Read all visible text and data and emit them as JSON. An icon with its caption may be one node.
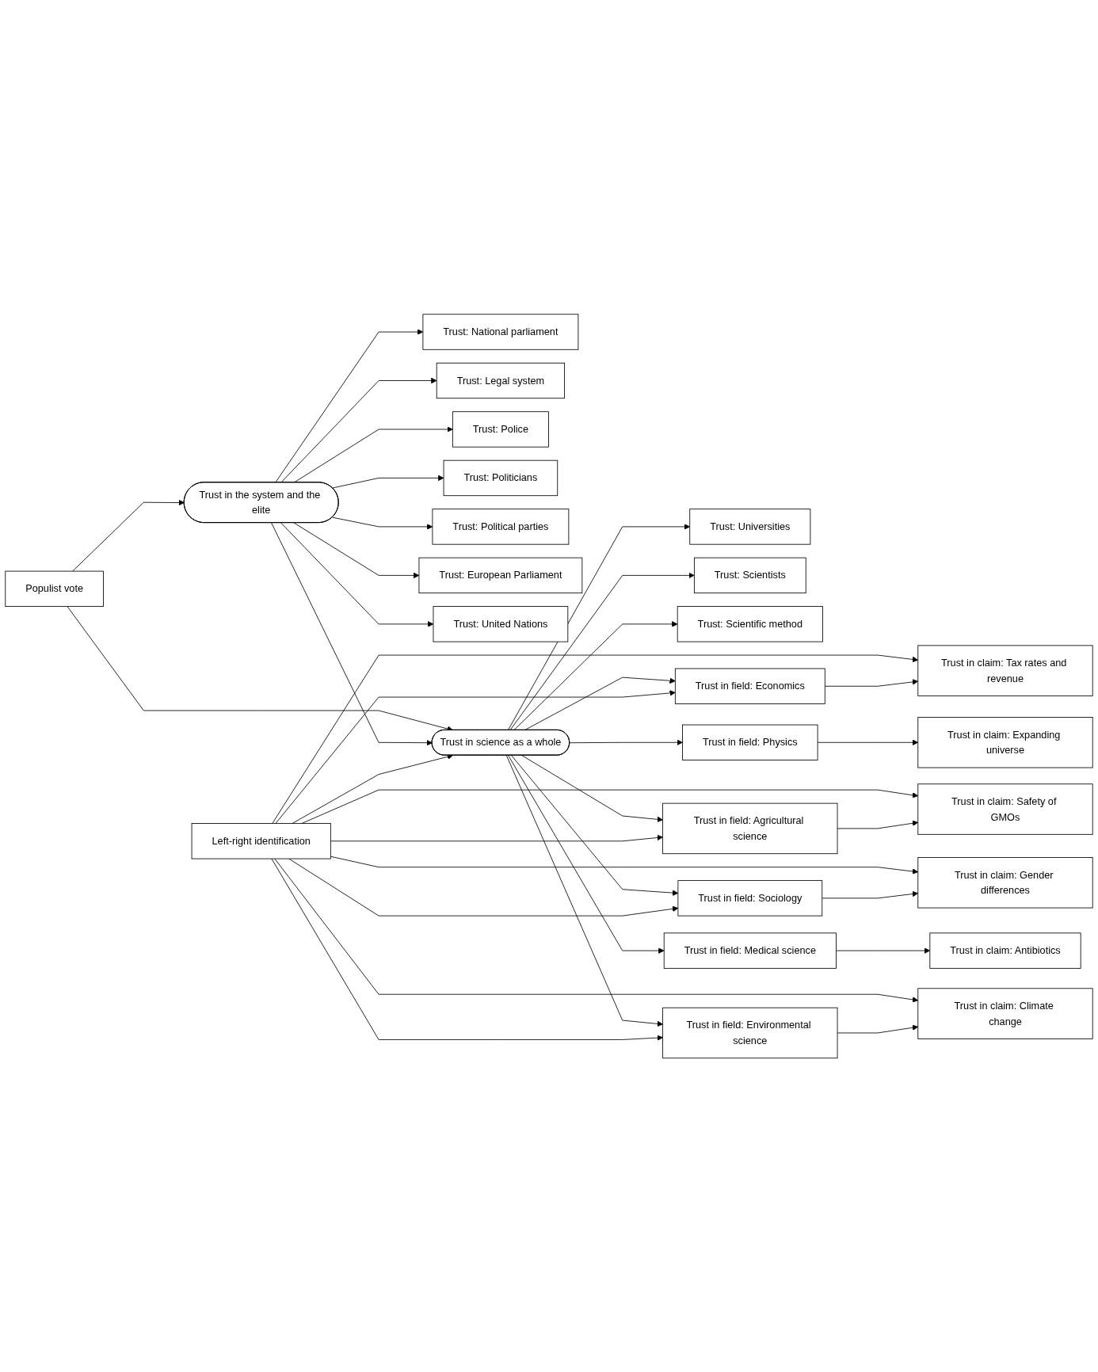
{
  "diagram": {
    "nodes": [
      {
        "text": [
          "Populist vote"
        ]
      },
      {
        "text": [
          "Trust in the system and the elite"
        ]
      },
      {
        "text": [
          "Trust: National parliament"
        ]
      },
      {
        "text": [
          "Trust: Legal system"
        ]
      },
      {
        "text": [
          "Trust: Police"
        ]
      },
      {
        "text": [
          "Trust: Politicians"
        ]
      },
      {
        "text": [
          "Trust: Political parties"
        ]
      },
      {
        "text": [
          "Trust: European Parliament"
        ]
      },
      {
        "text": [
          "Trust: United Nations"
        ]
      },
      {
        "text": [
          "Trust in science as a whole"
        ]
      },
      {
        "text": [
          "Trust: Universities"
        ]
      },
      {
        "text": [
          "Trust: Scientists"
        ]
      },
      {
        "text": [
          "Trust: Scientific method"
        ]
      },
      {
        "text": [
          "Trust in field: Environmental science"
        ]
      },
      {
        "text": [
          "Trust in field: Sociology"
        ]
      },
      {
        "text": [
          "Trust in field: Agricultural science"
        ]
      },
      {
        "text": [
          "Trust in field: Economics"
        ]
      },
      {
        "text": [
          "Trust in field: Medical science"
        ]
      },
      {
        "text": [
          "Trust in field: Physics"
        ]
      },
      {
        "text": [
          "Left-right identification"
        ]
      },
      {
        "text": [
          "Trust in claim: Climate change"
        ]
      },
      {
        "text": [
          "Trust in claim: Gender differences"
        ]
      },
      {
        "text": [
          "Trust in claim: Safety of GMOs"
        ]
      },
      {
        "text": [
          "Trust in claim: Tax rates and revenue"
        ]
      },
      {
        "text": [
          "Trust in claim: Antibiotics"
        ]
      },
      {
        "text": [
          "Trust in claim: Expanding universe"
        ]
      }
    ],
    "edges": [
      {
        "from": 0,
        "to": 1,
        "arrow": "to"
      },
      {
        "from": 0,
        "to": 9,
        "arrow": "to"
      },
      {
        "from": 1,
        "to": 2,
        "arrow": "to"
      },
      {
        "from": 1,
        "to": 3,
        "arrow": "to"
      },
      {
        "from": 1,
        "to": 4,
        "arrow": "to"
      },
      {
        "from": 1,
        "to": 5,
        "arrow": "to"
      },
      {
        "from": 1,
        "to": 6,
        "arrow": "to"
      },
      {
        "from": 1,
        "to": 7,
        "arrow": "to"
      },
      {
        "from": 1,
        "to": 8,
        "arrow": "to"
      },
      {
        "from": 1,
        "to": 9,
        "arrow": "to"
      },
      {
        "from": 9,
        "to": 10,
        "arrow": "to"
      },
      {
        "from": 9,
        "to": 11,
        "arrow": "to"
      },
      {
        "from": 9,
        "to": 12,
        "arrow": "to"
      },
      {
        "from": 9,
        "to": 13,
        "arrow": "to"
      },
      {
        "from": 9,
        "to": 14,
        "arrow": "to"
      },
      {
        "from": 9,
        "to": 15,
        "arrow": "to"
      },
      {
        "from": 9,
        "to": 16,
        "arrow": "to"
      },
      {
        "from": 9,
        "to": 17,
        "arrow": "to"
      },
      {
        "from": 9,
        "to": 18,
        "arrow": "to"
      },
      {
        "from": 19,
        "to": 9,
        "arrow": "to"
      },
      {
        "from": 19,
        "to": 13,
        "arrow": "to"
      },
      {
        "from": 19,
        "to": 14,
        "arrow": "to"
      },
      {
        "from": 19,
        "to": 15,
        "arrow": "to"
      },
      {
        "from": 19,
        "to": 16,
        "arrow": "to"
      },
      {
        "from": 19,
        "to": 20,
        "arrow": "to"
      },
      {
        "from": 19,
        "to": 21,
        "arrow": "to"
      },
      {
        "from": 19,
        "to": 22,
        "arrow": "to"
      },
      {
        "from": 19,
        "to": 23,
        "arrow": "to"
      },
      {
        "from": 13,
        "to": 20,
        "arrow": "to"
      },
      {
        "from": 14,
        "to": 21,
        "arrow": "to"
      },
      {
        "from": 15,
        "to": 22,
        "arrow": "to"
      },
      {
        "from": 16,
        "to": 23,
        "arrow": "to"
      },
      {
        "from": 17,
        "to": 24,
        "arrow": "to"
      },
      {
        "from": 18,
        "to": 25,
        "arrow": "to"
      }
    ]
  }
}
